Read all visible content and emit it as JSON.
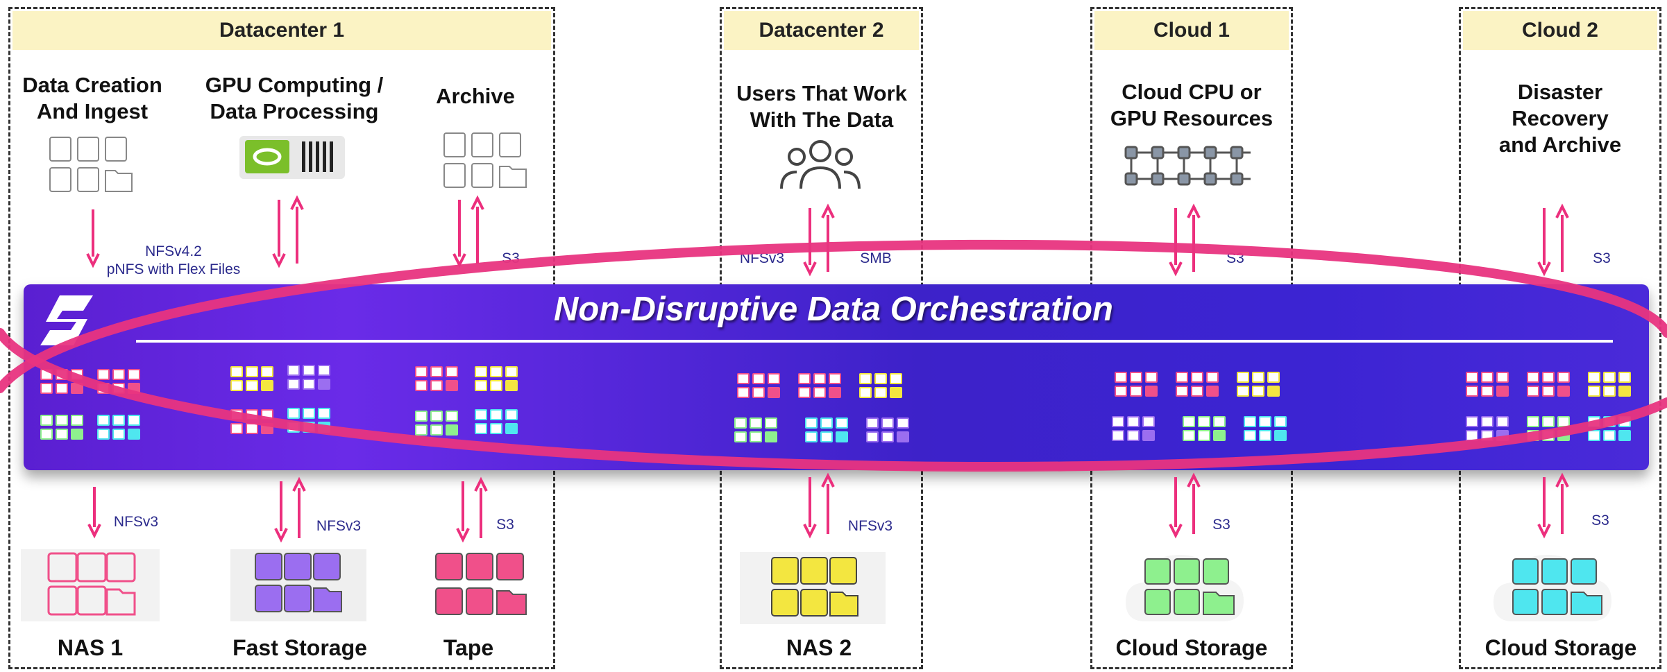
{
  "zones": [
    {
      "title": "Datacenter 1"
    },
    {
      "title": "Datacenter 2"
    },
    {
      "title": "Cloud 1"
    },
    {
      "title": "Cloud 2"
    }
  ],
  "sources": {
    "data_creation": "Data Creation\nAnd Ingest",
    "gpu": "GPU Computing /\nData Processing",
    "archive": "Archive",
    "users": "Users That Work\nWith The Data",
    "cloud_cpu": "Cloud CPU or\nGPU Resources",
    "dr": "Disaster\nRecovery\nand Archive"
  },
  "protocols": {
    "nfs42": "NFSv4.2",
    "pnfs": "pNFS with Flex Files",
    "s3_archive": "S3",
    "nfs_users": "NFSv3",
    "smb_users": "SMB",
    "s3_cloud1_top": "S3",
    "s3_cloud2_top": "S3",
    "nas1": "NFSv3",
    "fast": "NFSv3",
    "tape": "S3",
    "nas2": "NFSv3",
    "cloud1": "S3",
    "cloud2": "S3"
  },
  "band": {
    "title": "Non-Disruptive Data Orchestration"
  },
  "storage": {
    "nas1": "NAS 1",
    "fast": "Fast Storage",
    "tape": "Tape",
    "nas2": "NAS 2",
    "cloud1": "Cloud Storage",
    "cloud2": "Cloud Storage"
  },
  "colors": {
    "pink": "#f0508a",
    "purple": "#9b6ef0",
    "yellow": "#f3e640",
    "green": "#8ef08e",
    "cyan": "#4fe6ef",
    "arrow": "#ec2f7d",
    "ring": "#e8347f"
  }
}
